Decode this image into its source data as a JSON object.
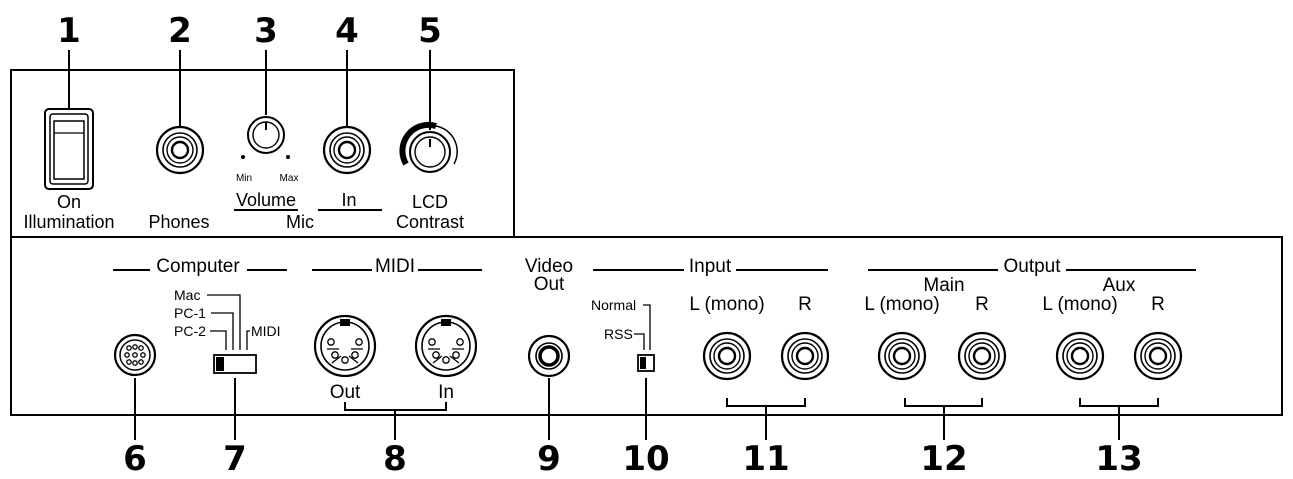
{
  "callouts": {
    "n1": "1",
    "n2": "2",
    "n3": "3",
    "n4": "4",
    "n5": "5",
    "n6": "6",
    "n7": "7",
    "n8": "8",
    "n9": "9",
    "n10": "10",
    "n11": "11",
    "n12": "12",
    "n13": "13"
  },
  "top_panel": {
    "illumination_on": "On",
    "illumination": "Illumination",
    "phones": "Phones",
    "volume_min": "Min",
    "volume_max": "Max",
    "volume": "Volume",
    "mic": "Mic",
    "in": "In",
    "lcd": "LCD",
    "contrast": "Contrast"
  },
  "bottom_panel": {
    "computer": "Computer",
    "switch_mac": "Mac",
    "switch_pc1": "PC-1",
    "switch_pc2": "PC-2",
    "switch_midi": "MIDI",
    "midi": "MIDI",
    "midi_out": "Out",
    "midi_in": "In",
    "video": "Video",
    "video_out": "Out",
    "input": "Input",
    "input_normal": "Normal",
    "input_rss": "RSS",
    "input_l": "L (mono)",
    "input_r": "R",
    "output": "Output",
    "main": "Main",
    "main_l": "L (mono)",
    "main_r": "R",
    "aux": "Aux",
    "aux_l": "L (mono)",
    "aux_r": "R"
  }
}
